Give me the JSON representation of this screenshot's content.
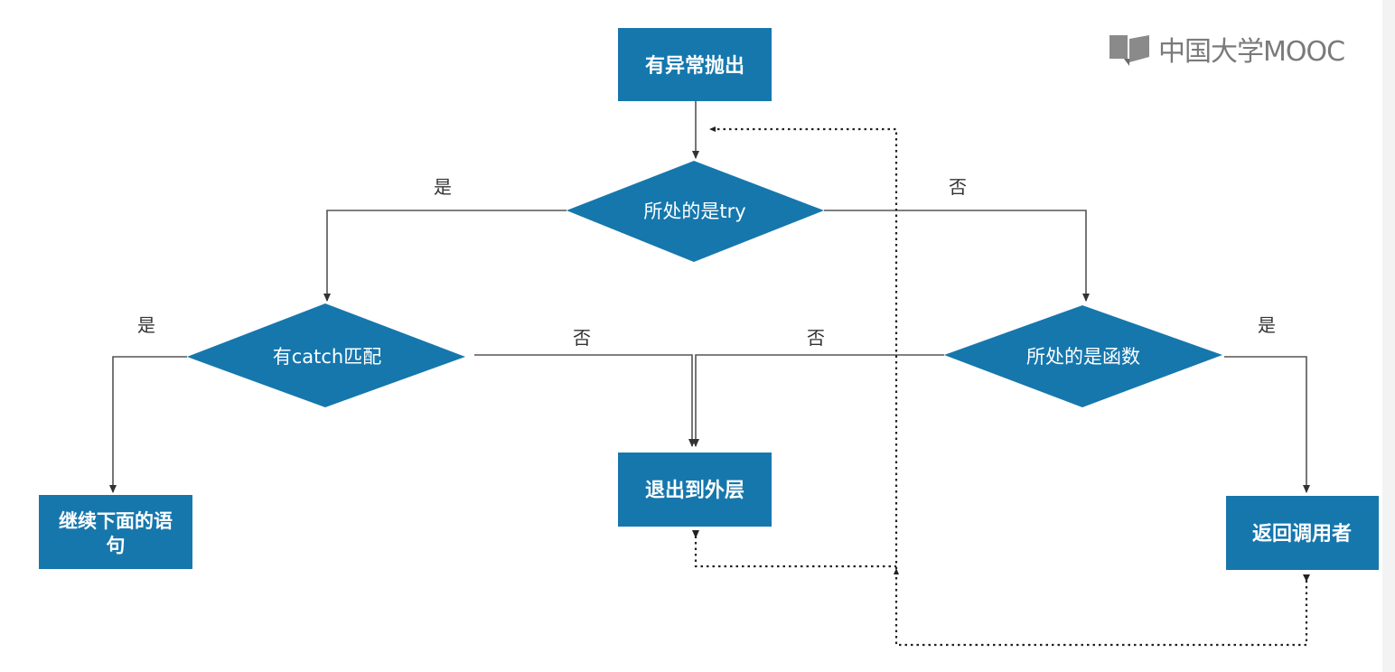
{
  "colors": {
    "node_fill": "#1677ad",
    "node_text": "#ffffff",
    "edge": "#555555",
    "label": "#333333",
    "logo": "#7a7a7a"
  },
  "logo": {
    "text": "中国大学MOOC",
    "icon": "book-icon"
  },
  "nodes": {
    "start": "有异常抛出",
    "is_try": "所处的是try",
    "has_catch": "有catch匹配",
    "is_function": "所处的是函数",
    "continue_line1": "继续下面的语",
    "continue_line2": "句",
    "exit_outer": "退出到外层",
    "return_caller": "返回调用者"
  },
  "edge_labels": {
    "try_yes": "是",
    "try_no": "否",
    "catch_yes": "是",
    "catch_no": "否",
    "func_no": "否",
    "func_yes": "是"
  }
}
